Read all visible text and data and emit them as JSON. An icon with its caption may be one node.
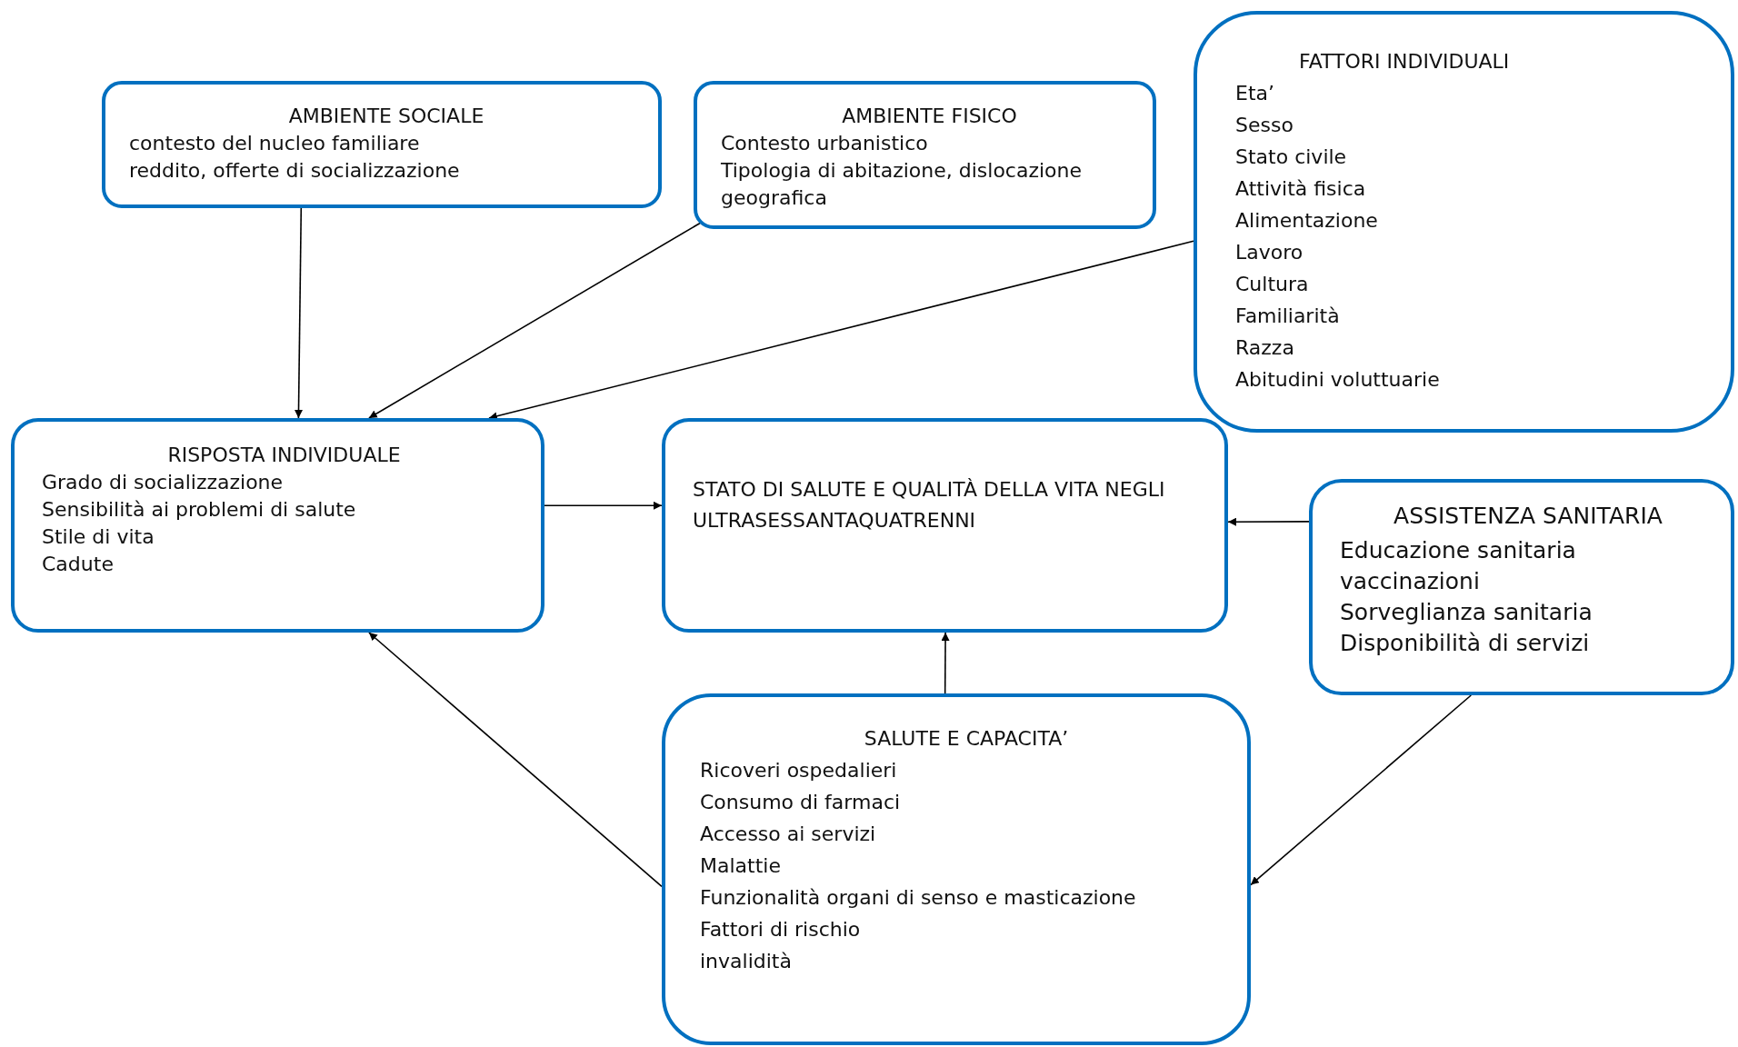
{
  "diagram": {
    "nodes": [
      {
        "text": [
          "AMBIENTE SOCIALE",
          "contesto del nucleo familiare",
          "reddito, offerte di socializzazione"
        ]
      },
      {
        "text": [
          "AMBIENTE FISICO",
          "Contesto urbanistico",
          "Tipologia di abitazione, dislocazione geografica"
        ]
      },
      {
        "text": [
          "FATTORI INDIVIDUALI",
          "Eta’",
          "Sesso",
          "Stato civile",
          "Attività fisica",
          "Alimentazione",
          "Lavoro",
          "Cultura",
          "Familiarità",
          "Razza",
          "Abitudini voluttuarie"
        ]
      },
      {
        "text": [
          "RISPOSTA INDIVIDUALE",
          "Grado di socializzazione",
          "Sensibilità ai problemi di salute",
          "Stile di vita",
          "Cadute"
        ]
      },
      {
        "text": [
          "STATO DI SALUTE E QUALITÀ DELLA VITA NEGLI  ULTRASESSANTAQUATRENNI"
        ]
      },
      {
        "text": [
          "ASSISTENZA SANITARIA",
          "Educazione sanitaria",
          "vaccinazioni",
          "Sorveglianza sanitaria",
          "Disponibilità di servizi"
        ]
      },
      {
        "text": [
          "SALUTE E CAPACITA’",
          "Ricoveri ospedalieri",
          "Consumo di farmaci",
          "Accesso ai servizi",
          "Malattie",
          "Funzionalità organi di senso e masticazione",
          "Fattori di rischio",
          "invalidità"
        ]
      }
    ],
    "edges": [
      {
        "from": 0,
        "to": 3,
        "arrow": "to"
      },
      {
        "from": 1,
        "to": 3,
        "arrow": "to"
      },
      {
        "from": 2,
        "to": 3,
        "arrow": "to"
      },
      {
        "from": 3,
        "to": 4,
        "arrow": "to"
      },
      {
        "from": 5,
        "to": 4,
        "arrow": "to"
      },
      {
        "from": 6,
        "to": 4,
        "arrow": "to"
      },
      {
        "from": 6,
        "to": 3,
        "arrow": "to"
      },
      {
        "from": 5,
        "to": 6,
        "arrow": "to"
      }
    ]
  }
}
